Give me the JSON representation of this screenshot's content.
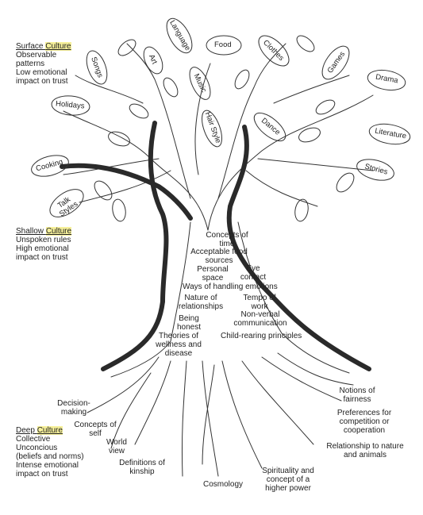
{
  "sections": {
    "surface": {
      "title_a": "Surface ",
      "title_b": "Culture",
      "lines": [
        "Observable",
        "patterns",
        "Low emotional",
        "impact on trust"
      ]
    },
    "shallow": {
      "title_a": "Shallow ",
      "title_b": "Culture",
      "lines": [
        "Unspoken rules",
        "High emotional",
        "impact on trust"
      ]
    },
    "deep": {
      "title_a": "Deep ",
      "title_b": "Culture",
      "lines": [
        "Collective",
        "Unconcious",
        "(beliefs and norms)",
        "Intense emotional",
        "impact on trust"
      ]
    }
  },
  "leaves": {
    "language": "Language",
    "food": "Food",
    "clothes": "Clothes",
    "songs": "Songs",
    "art": "Art",
    "music": "Music",
    "games": "Games",
    "drama": "Drama",
    "holidays": "Holidays",
    "hair_style": "Hair Style",
    "dance": "Dance",
    "literature": "Literature",
    "cooking": "Cooking",
    "stories": "Stories",
    "talk_styles": "Talk Styles"
  },
  "trunk": {
    "concepts_time": "Concepts of time",
    "acceptable_food": "Acceptable food sources",
    "personal_space": "Personal space",
    "eye_contact": "Eye contact",
    "handling_emotions": "Ways of handling emotions",
    "nature_relationships": "Nature of relationships",
    "tempo_work": "Tempo of work",
    "nonverbal": "Non-verbal communication",
    "being_honest": "Being honest",
    "theories_wellness": "Theories of wellness and disease",
    "child_rearing": "Child-rearing principles"
  },
  "roots": {
    "decision_making": "Decision-making",
    "concepts_self": "Concepts of self",
    "world_view": "World view",
    "definitions_kinship": "Definitions of kinship",
    "cosmology": "Cosmology",
    "spirituality": "Spirituality and concept of a higher power",
    "notions_fairness": "Notions of fairness",
    "preferences": "Preferences for competition or cooperation",
    "relationship_nature": "Relationship to nature and animals"
  },
  "colors": {
    "ink": "#222222",
    "highlight": "#f6f09a"
  }
}
